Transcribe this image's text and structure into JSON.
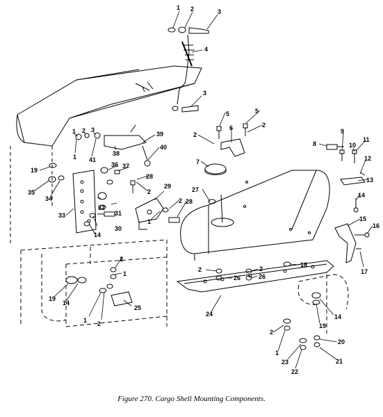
{
  "figure": {
    "caption": "Figure 270.  Cargo Shell Mounting Components."
  },
  "callouts": [
    "1",
    "2",
    "3",
    "4",
    "5",
    "6",
    "7",
    "8",
    "9",
    "10",
    "11",
    "12",
    "13",
    "14",
    "15",
    "16",
    "17",
    "18",
    "19",
    "20",
    "21",
    "22",
    "23",
    "24",
    "25",
    "26",
    "27",
    "28",
    "29",
    "30",
    "31",
    "32",
    "33",
    "34",
    "35",
    "36",
    "37",
    "38",
    "39",
    "40",
    "41"
  ]
}
